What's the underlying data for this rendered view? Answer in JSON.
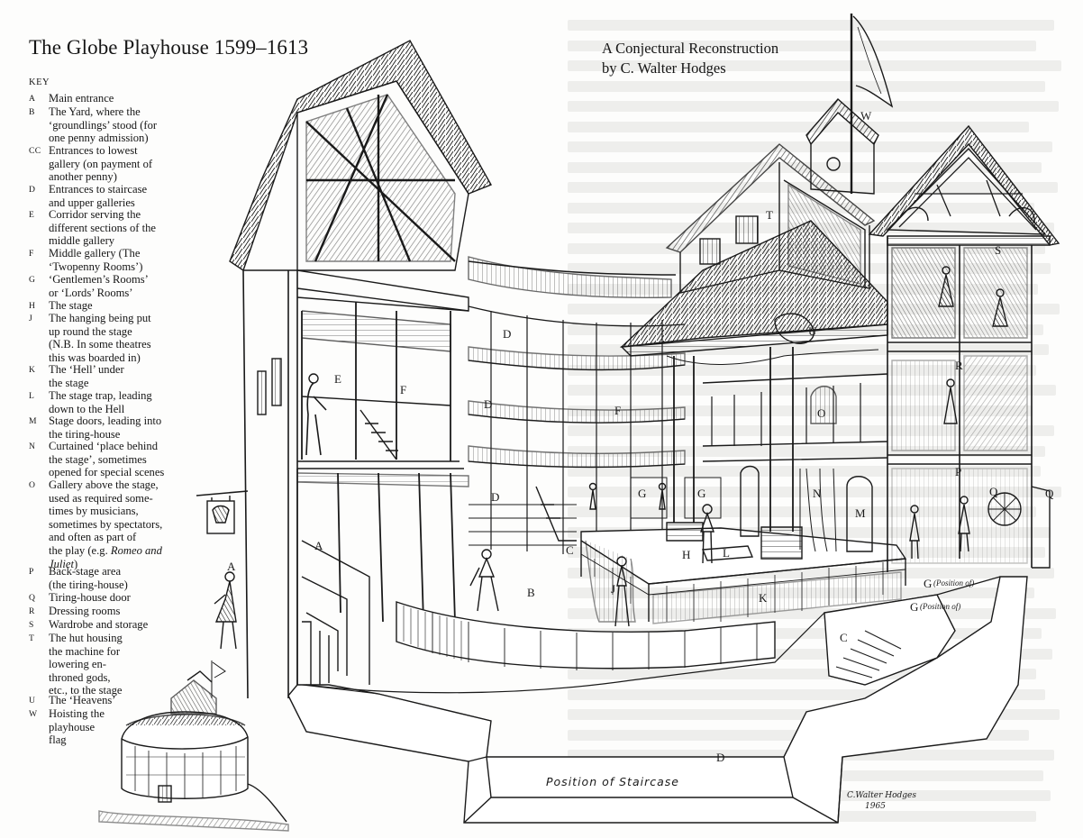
{
  "title": "The Globe Playhouse 1599–1613",
  "subtitle": {
    "line1": "A Conjectural Reconstruction",
    "line2": "by C. Walter Hodges"
  },
  "key": {
    "heading": "KEY",
    "items": [
      {
        "letter": "A",
        "text": "Main entrance"
      },
      {
        "letter": "B",
        "text": "The Yard, where the\n‘groundlings’ stood (for\none penny admission)"
      },
      {
        "letter": "CC",
        "text": "Entrances to lowest\ngallery (on payment of\nanother penny)"
      },
      {
        "letter": "D",
        "text": "Entrances to staircase\nand upper galleries"
      },
      {
        "letter": "E",
        "text": "Corridor serving the\ndifferent sections of the\nmiddle gallery"
      },
      {
        "letter": "F",
        "text": "Middle gallery (The\n‘Twopenny Rooms’)"
      },
      {
        "letter": "G",
        "text": "‘Gentlemen’s Rooms’\nor ‘Lords’ Rooms’"
      },
      {
        "letter": "H",
        "text": "The stage"
      },
      {
        "letter": "J",
        "text": "The hanging being put\nup round the stage\n(N.B. In some theatres\nthis was boarded in)"
      },
      {
        "letter": "K",
        "text": "The ‘Hell’ under\nthe stage"
      },
      {
        "letter": "L",
        "text": "The stage trap, leading\ndown to the Hell"
      },
      {
        "letter": "M",
        "text": "Stage doors, leading into\nthe tiring-house"
      },
      {
        "letter": "N",
        "text": "Curtained ‘place behind\nthe stage’, sometimes\nopened for special scenes"
      },
      {
        "letter": "O",
        "text": "Gallery above the stage,\nused as required some-\ntimes by musicians,\nsometimes by spectators,\nand often as part of\nthe play (e.g. ",
        "italic": "Romeo and\nJuliet",
        "tail": ")"
      },
      {
        "letter": "P",
        "text": "Back-stage area\n(the tiring-house)"
      },
      {
        "letter": "Q",
        "text": "Tiring-house door"
      },
      {
        "letter": "R",
        "text": "Dressing rooms"
      },
      {
        "letter": "S",
        "text": "Wardrobe and storage"
      },
      {
        "letter": "T",
        "text": "The hut housing\nthe machine for\nlowering en-\nthroned gods,\netc., to the stage"
      },
      {
        "letter": "U",
        "text": "The ‘Heavens’"
      },
      {
        "letter": "W",
        "text": "Hoisting the\nplayhouse\nflag"
      }
    ]
  },
  "drawing_labels": {
    "A": "A",
    "B": "B",
    "C": "C",
    "D": "D",
    "E": "E",
    "F": "F",
    "G": "G",
    "H": "H",
    "J": "J",
    "K": "K",
    "L": "L",
    "M": "M",
    "N": "N",
    "O": "O",
    "P": "P",
    "Q": "Q",
    "R": "R",
    "S": "S",
    "T": "T",
    "U": "U",
    "W": "W",
    "position_of": "Position of",
    "staircase": "Position of Staircase",
    "signature": "C.Walter Hodges",
    "signature_year": "1965"
  },
  "colors": {
    "ink": "#1a1a1a",
    "paper": "#fdfdfc",
    "show_through": "#eeeeec"
  }
}
